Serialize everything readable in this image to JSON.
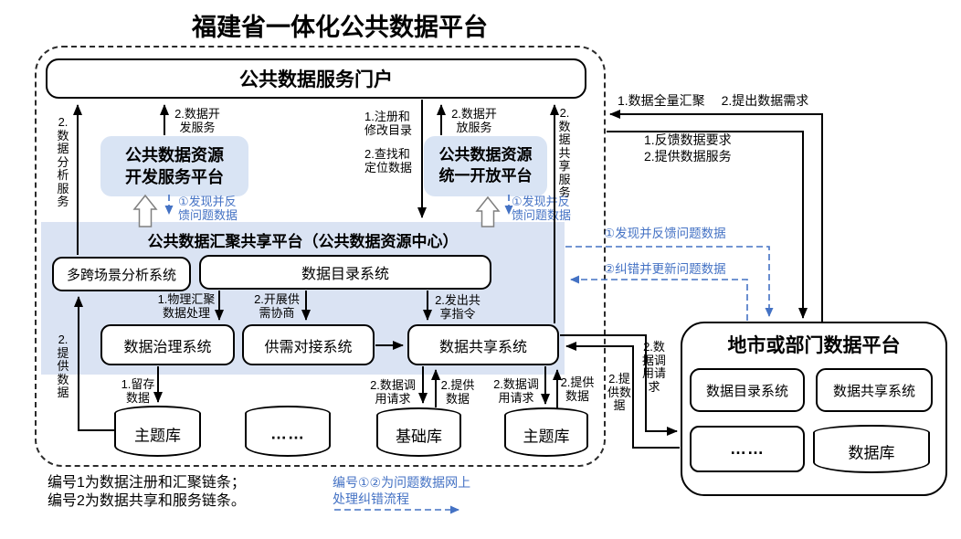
{
  "title": "福建省一体化公共数据平台",
  "colors": {
    "accent_blue": "#4472C4",
    "band_fill": "#DAE3F3",
    "platform_fill": "#D9E4F4",
    "line": "#000000"
  },
  "province": {
    "portal": "公共数据服务门户",
    "dev_platform": "公共数据资源\n开发服务平台",
    "open_platform": "公共数据资源\n统一开放平台",
    "hub_title": "公共数据汇聚共享平台（公共数据资源中心）",
    "systems": {
      "analysis": "多跨场景分析系统",
      "catalog": "数据目录系统",
      "governance": "数据治理系统",
      "matching": "供需对接系统",
      "sharing": "数据共享系统"
    },
    "databases": [
      "主题库",
      "……",
      "基础库",
      "主题库"
    ]
  },
  "city": {
    "title": "地市或部门数据平台",
    "catalog": "数据目录系统",
    "sharing": "数据共享系统",
    "more": "……",
    "database": "数据库"
  },
  "flows": {
    "analysis_service": "2.数据分析服务",
    "dev_service": "2.数据开\n发服务",
    "register_catalog": "1.注册和\n修改目录",
    "find_data": "2.查找和\n定位数据",
    "open_service": "2.数据开\n放服务",
    "share_service": "2.数据共享服务",
    "full_aggregate": "1.数据全量汇聚　 2.提出数据需求",
    "feedback_require": "1.反馈数据要求\n2.提供数据服务",
    "found_feedback_small": "①发现并反\n馈问题数据",
    "found_feedback": "①发现并反馈问题数据",
    "correct_update": "②纠错并更新问题数据",
    "physical_aggregate": "1.物理汇聚\n数据处理",
    "negotiate": "2.开展供\n需协商",
    "share_order": "2.发出共\n享指令",
    "retain": "1.留存\n数据",
    "call_request": "2.数据调\n用请求",
    "provide_data": "2.提供\n数据",
    "provide_data_v": "2.提供数据",
    "call_request_v": "2.数据调用请求"
  },
  "footnotes": {
    "black": "编号1为数据注册和汇聚链条；\n编号2为数据共享和服务链条。",
    "blue": "编号①②为问题数据网上\n处理纠错流程"
  }
}
